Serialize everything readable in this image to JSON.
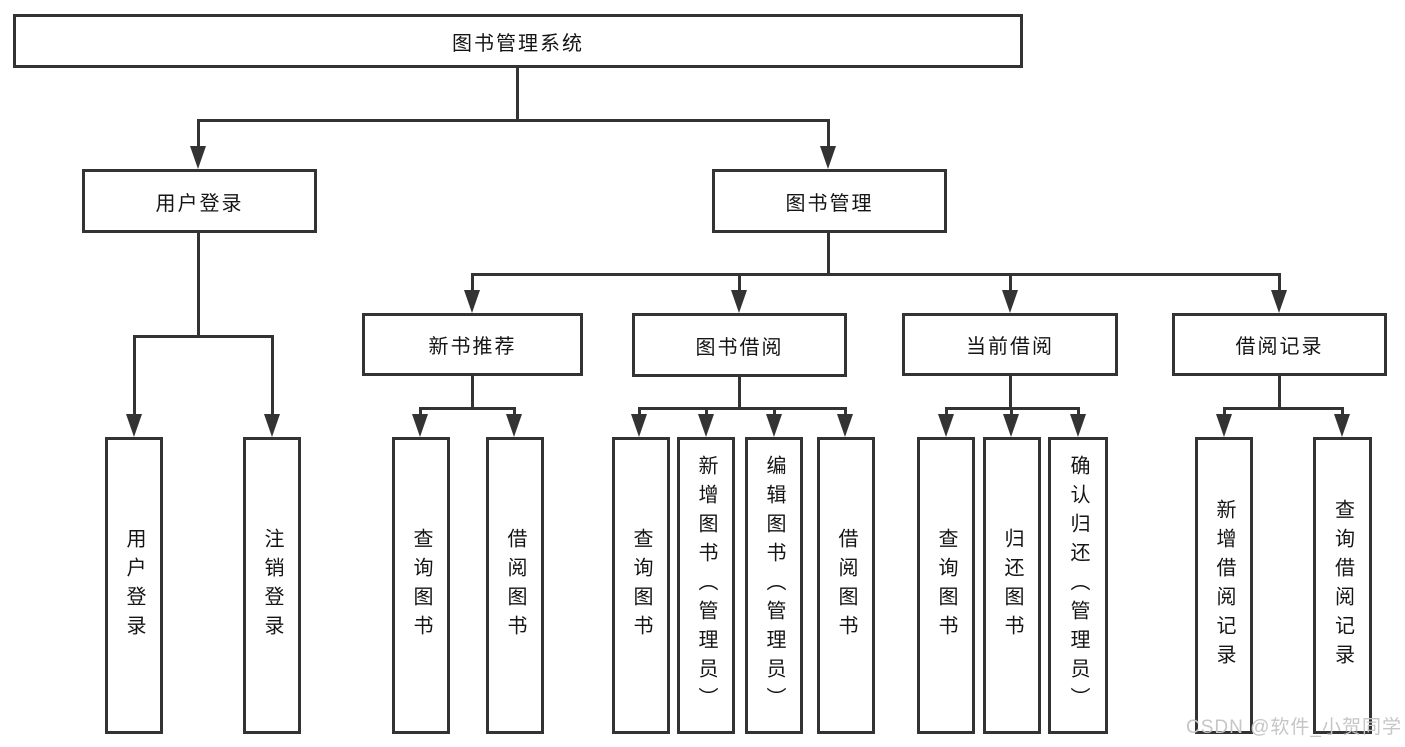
{
  "diagram": {
    "root": "图书管理系统",
    "level2": [
      "用户登录",
      "图书管理"
    ],
    "level3": [
      "新书推荐",
      "图书借阅",
      "当前借阅",
      "借阅记录"
    ],
    "leaves": {
      "user_login": [
        "用户登录",
        "注销登录"
      ],
      "new_book_recommendation": [
        "查询图书",
        "借阅图书"
      ],
      "book_borrowing": [
        "查询图书",
        "新增图书（管理员）",
        "编辑图书（管理员）",
        "借阅图书"
      ],
      "current_borrowing": [
        "查询图书",
        "归还图书",
        "确认归还（管理员）"
      ],
      "borrowing_records": [
        "新增借阅记录",
        "查询借阅记录"
      ]
    }
  },
  "watermark": "CSDN @软件_小贺同学",
  "colors": {
    "line": "#333333",
    "background": "#ffffff",
    "watermark": "#c6c6c6"
  }
}
